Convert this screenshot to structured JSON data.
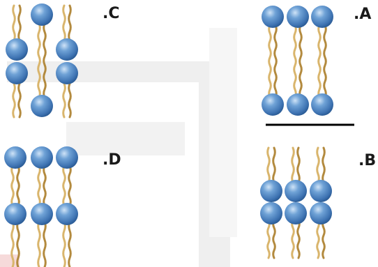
{
  "options": {
    "a": {
      "label": ".A"
    },
    "b": {
      "label": ".B"
    },
    "c": {
      "label": ".C"
    },
    "d": {
      "label": ".D"
    }
  },
  "colors": {
    "head": "#4f86c2",
    "head_highlight": "#b9d6f2",
    "head_shadow": "#2a5b95",
    "tail": "#d9b56c",
    "tail_dark": "#b38a3e",
    "watermark": "#ececec",
    "watermark_red": "#f4d3d3",
    "divider": "#000000"
  }
}
